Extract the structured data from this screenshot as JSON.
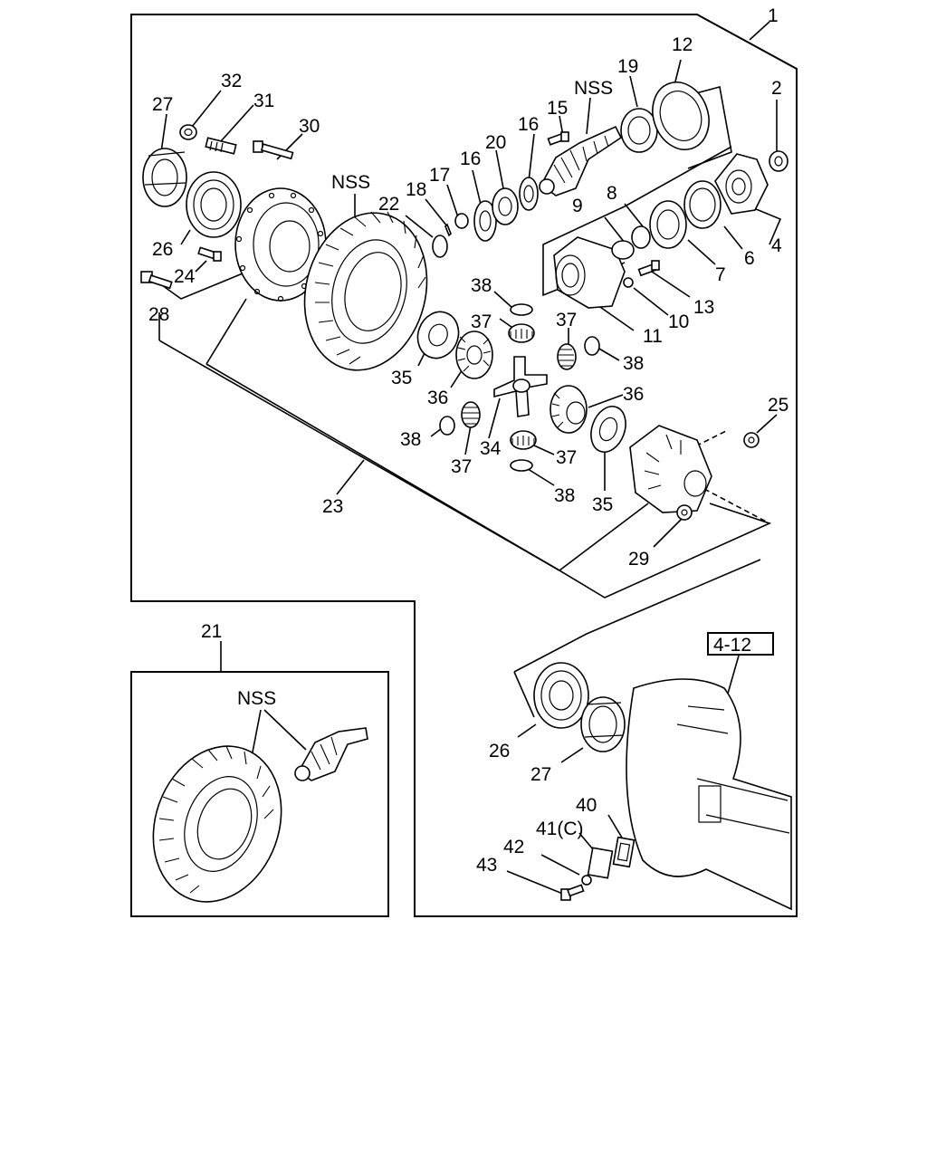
{
  "diagram": {
    "labels": {
      "l1": "1",
      "l2": "2",
      "l4": "4",
      "l6": "6",
      "l7": "7",
      "l8": "8",
      "l9": "9",
      "l10": "10",
      "l11": "11",
      "l12": "12",
      "l13": "13",
      "l15": "15",
      "l16a": "16",
      "l16b": "16",
      "l17": "17",
      "l18": "18",
      "l19": "19",
      "l20": "20",
      "l21": "21",
      "l22": "22",
      "l23": "23",
      "l24": "24",
      "l25": "25",
      "l26a": "26",
      "l26b": "26",
      "l27a": "27",
      "l27b": "27",
      "l28": "28",
      "l29": "29",
      "l30": "30",
      "l31": "31",
      "l32": "32",
      "l34": "34",
      "l35a": "35",
      "l35b": "35",
      "l36a": "36",
      "l36b": "36",
      "l37a": "37",
      "l37b": "37",
      "l37c": "37",
      "l37d": "37",
      "l38a": "38",
      "l38b": "38",
      "l38c": "38",
      "l38d": "38",
      "l40": "40",
      "l41": "41(C)",
      "l42": "42",
      "l43": "43",
      "nss1": "NSS",
      "nss2": "NSS",
      "nss3": "NSS",
      "ref": "4-12"
    }
  }
}
